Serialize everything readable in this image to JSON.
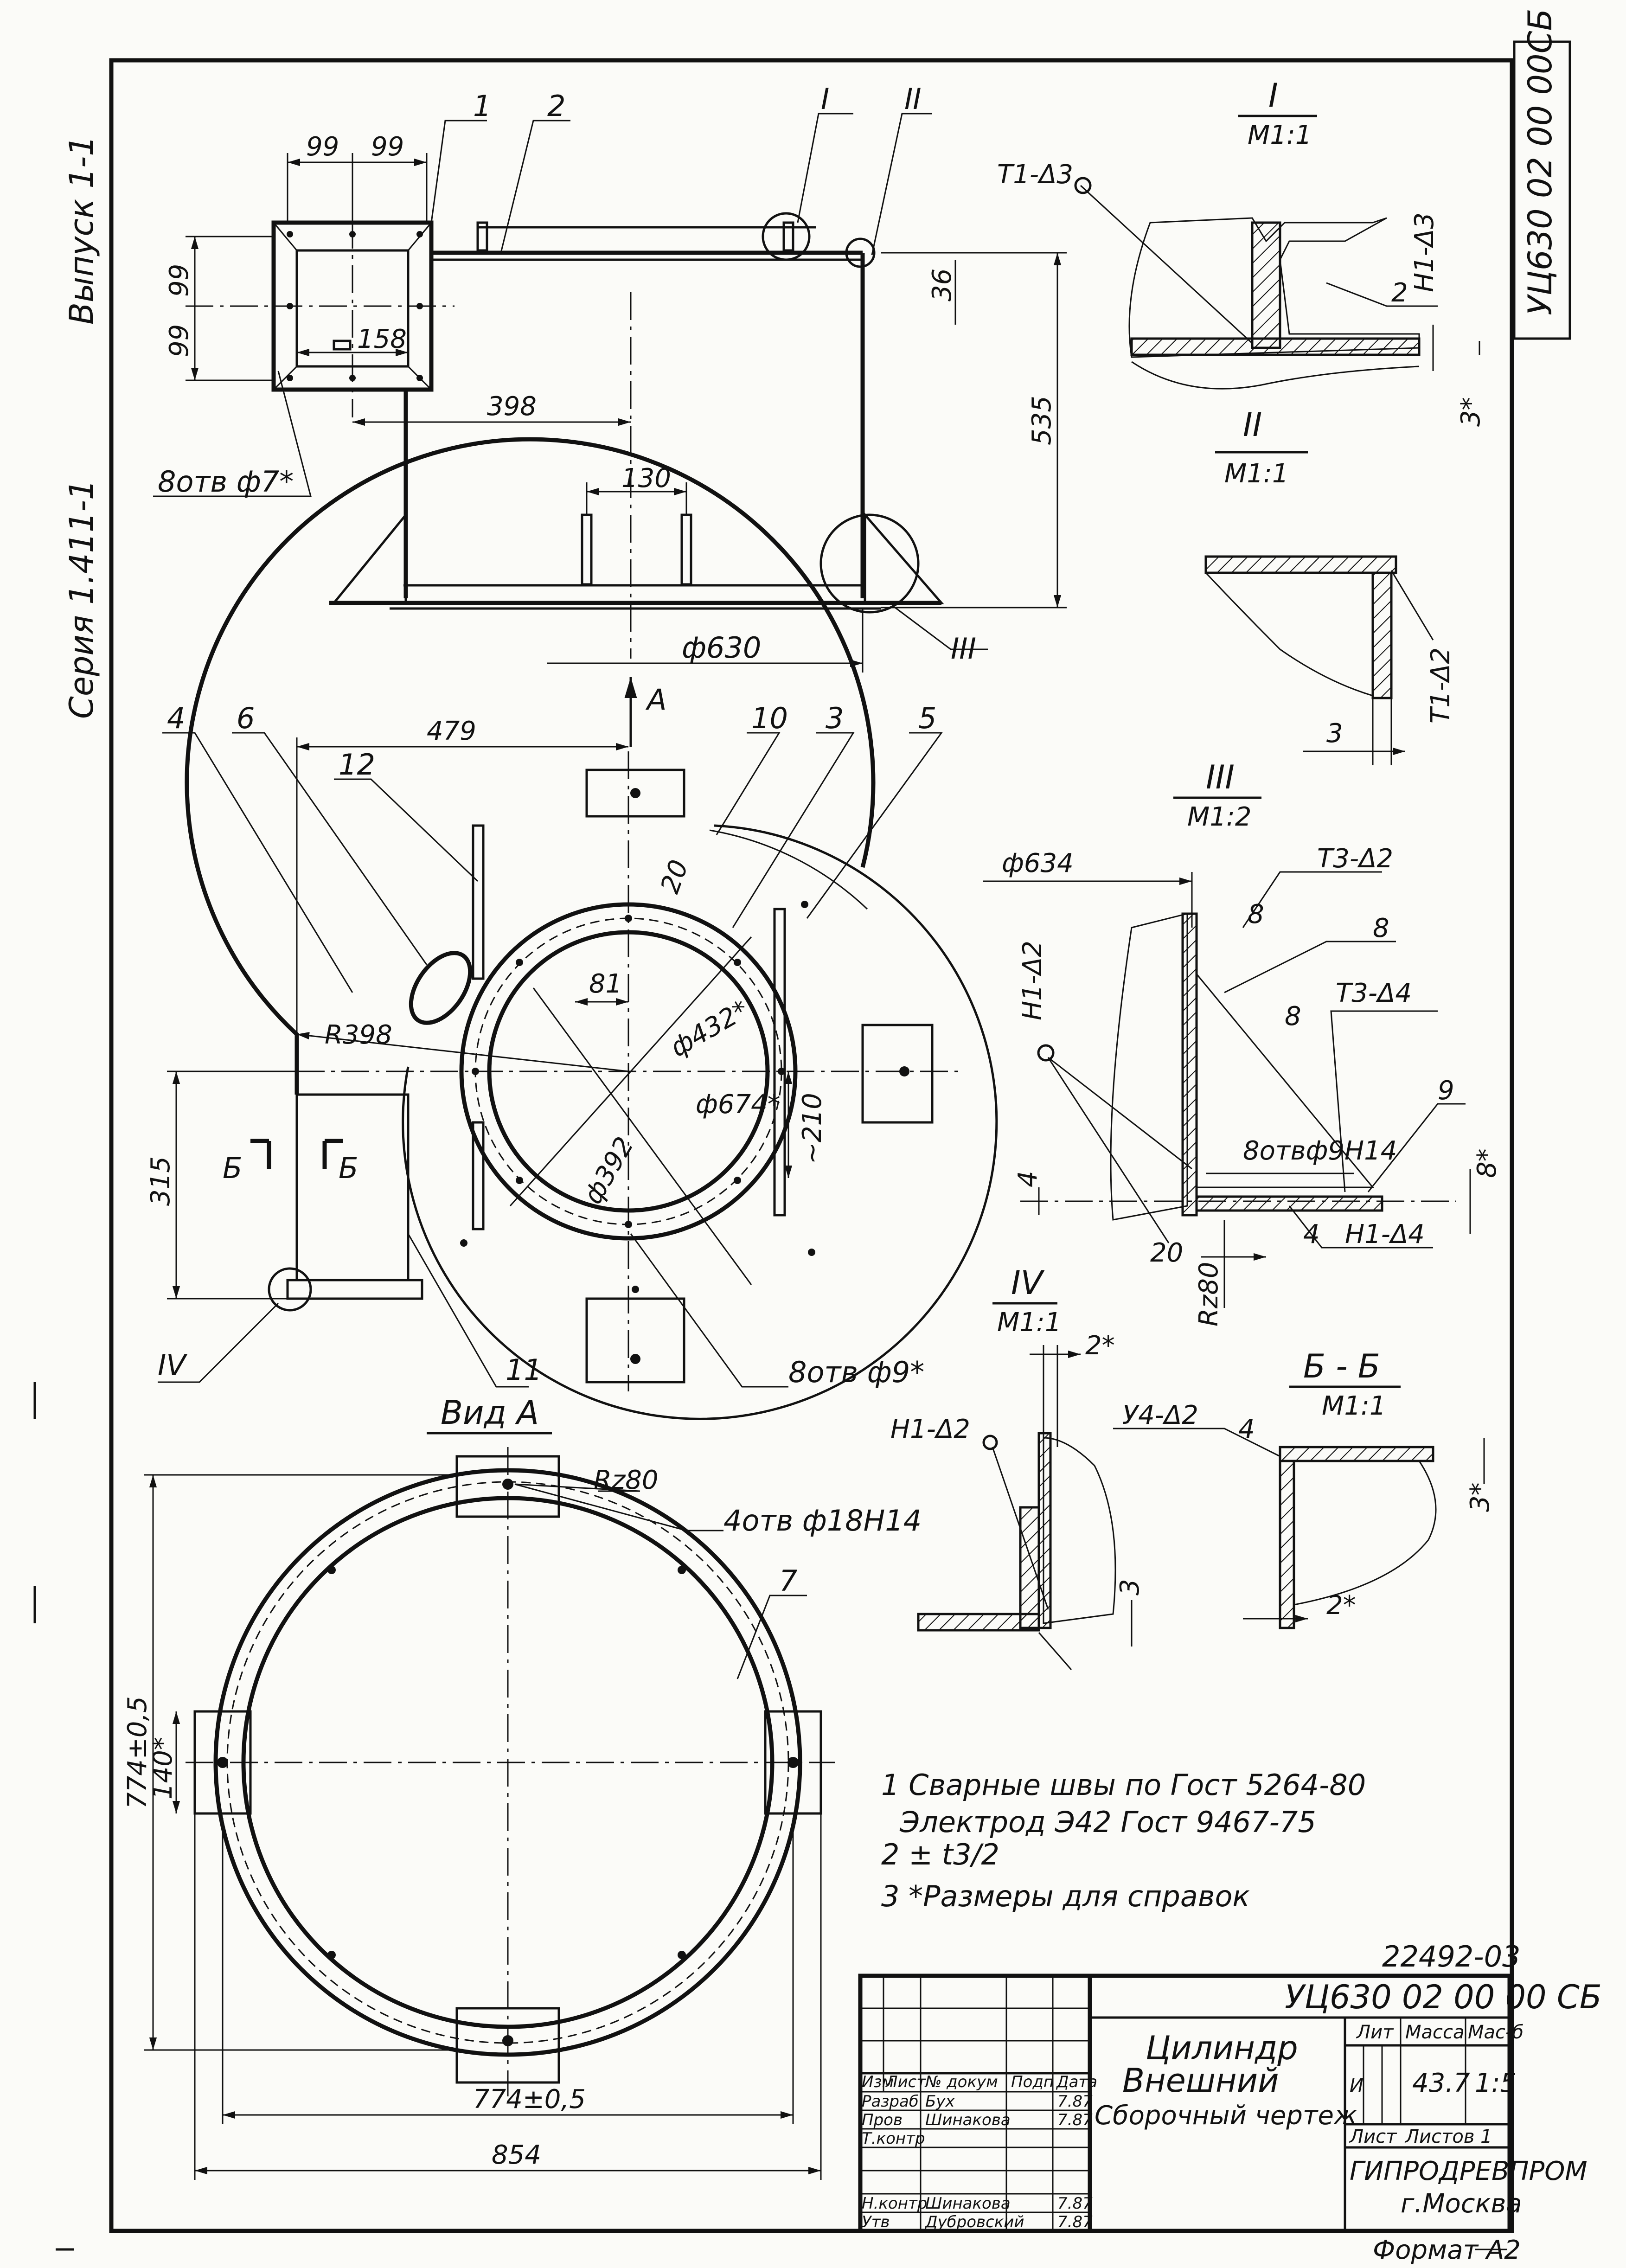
{
  "vertical_side": {
    "vypusk": "Выпуск 1-1",
    "seriya": "Серия 1.411-1",
    "doc_code_vertical": "УЦ630 02 00 00СБ"
  },
  "main_view": {
    "positions": [
      "1",
      "2"
    ],
    "dims": {
      "d99a": "99",
      "d99b": "99",
      "d99c": "99",
      "d99d": "99",
      "d158": "158",
      "d398": "398",
      "d130": "130",
      "d36": "36",
      "d535": "535",
      "d630": "ф630"
    },
    "holes": "8отв ф7*",
    "detail_calls": [
      "I",
      "II",
      "III"
    ]
  },
  "view_arrow": "А",
  "plan_view": {
    "positions": [
      "4",
      "6",
      "12",
      "10",
      "3",
      "5",
      "11"
    ],
    "dims": {
      "d479": "479",
      "r398": "R398",
      "d81": "81",
      "d20": "20",
      "d432": "ф432*",
      "d674": "ф674*",
      "d392": "ф392",
      "d210": "~210",
      "d315": "315"
    },
    "holes": "8отв ф9*",
    "section": "Б",
    "detail_call": "IV"
  },
  "detail_I": {
    "title": "I",
    "scale": "М1:1",
    "weld1": "Т1-Δ3",
    "weld2": "Н1-Δ3",
    "pos": "2",
    "dim": "3*"
  },
  "detail_II": {
    "title": "II",
    "scale": "М1:1",
    "weld": "Т1-Δ2",
    "dim": "3"
  },
  "detail_III": {
    "title": "III",
    "scale": "М1:2",
    "dim_d634": "ф634",
    "weld_t3_2": "Т3-Δ2",
    "weld_t3_4": "Т3-Δ4",
    "weld_h1_2": "Н1-Δ2",
    "weld_h1_4": "Н1-Δ4",
    "pos8": "8",
    "pos9": "9",
    "pos4": "4",
    "holes": "8отвф9Н14",
    "dim_4": "4",
    "dim_8": "8*",
    "dim_20": "20",
    "dim_r80": "Rz80"
  },
  "detail_IV": {
    "title": "IV",
    "scale": "М1:1",
    "weld": "Н1-Δ2",
    "dim_2": "2*",
    "dim_3": "3"
  },
  "section_BB": {
    "title": "Б - Б",
    "scale": "М1:1",
    "weld": "У4-Δ2",
    "pos": "4",
    "dim_3": "3*",
    "dim_2": "2*"
  },
  "view_A": {
    "title": "Вид А",
    "rz": "Rz80",
    "holes": "4отв ф18Н14",
    "pos": "7",
    "dim_774v": "774±0,5",
    "dim_140": "140*",
    "dim_774h": "774±0,5",
    "dim_854": "854"
  },
  "notes": [
    "1 Сварные швы по Гост 5264-80",
    "Электрод Э42 Гост 9467-75",
    "2 ± t3/2",
    "3 *Размеры для справок"
  ],
  "title_block": {
    "inventory": "22492-03",
    "designation": "УЦ630 02 00 00 СБ",
    "name_line1": "Цилиндр",
    "name_line2": "Внешний",
    "name_line3": "Сборочный чертеж",
    "col_izm": "Изм",
    "col_list": "Лист",
    "col_doc": "№ докум",
    "col_sign": "Подп",
    "col_date": "Дата",
    "role_razrab": "Разраб",
    "role_prov": "Пров",
    "role_tkontr": "Т.контр",
    "role_nkontr": "Н.контр",
    "role_utv": "Утв",
    "name_razrab": "Бух",
    "name_prov": "Шинакова",
    "name_nkontr": "Шинакова",
    "name_utv": "Дубровский",
    "date1": "7.87",
    "date2": "7.87",
    "date3": "7.87",
    "date4": "7.87",
    "lit_h": "Лит",
    "mass_h": "Масса",
    "scale_h": "Мас-б",
    "lit": "И",
    "mass": "43.7",
    "scale": "1:5",
    "sheet": "Лист",
    "sheets": "Листов 1",
    "org1": "ГИПРОДРЕВПРОМ",
    "org2": "г.Москва",
    "format": "Формат А2"
  }
}
